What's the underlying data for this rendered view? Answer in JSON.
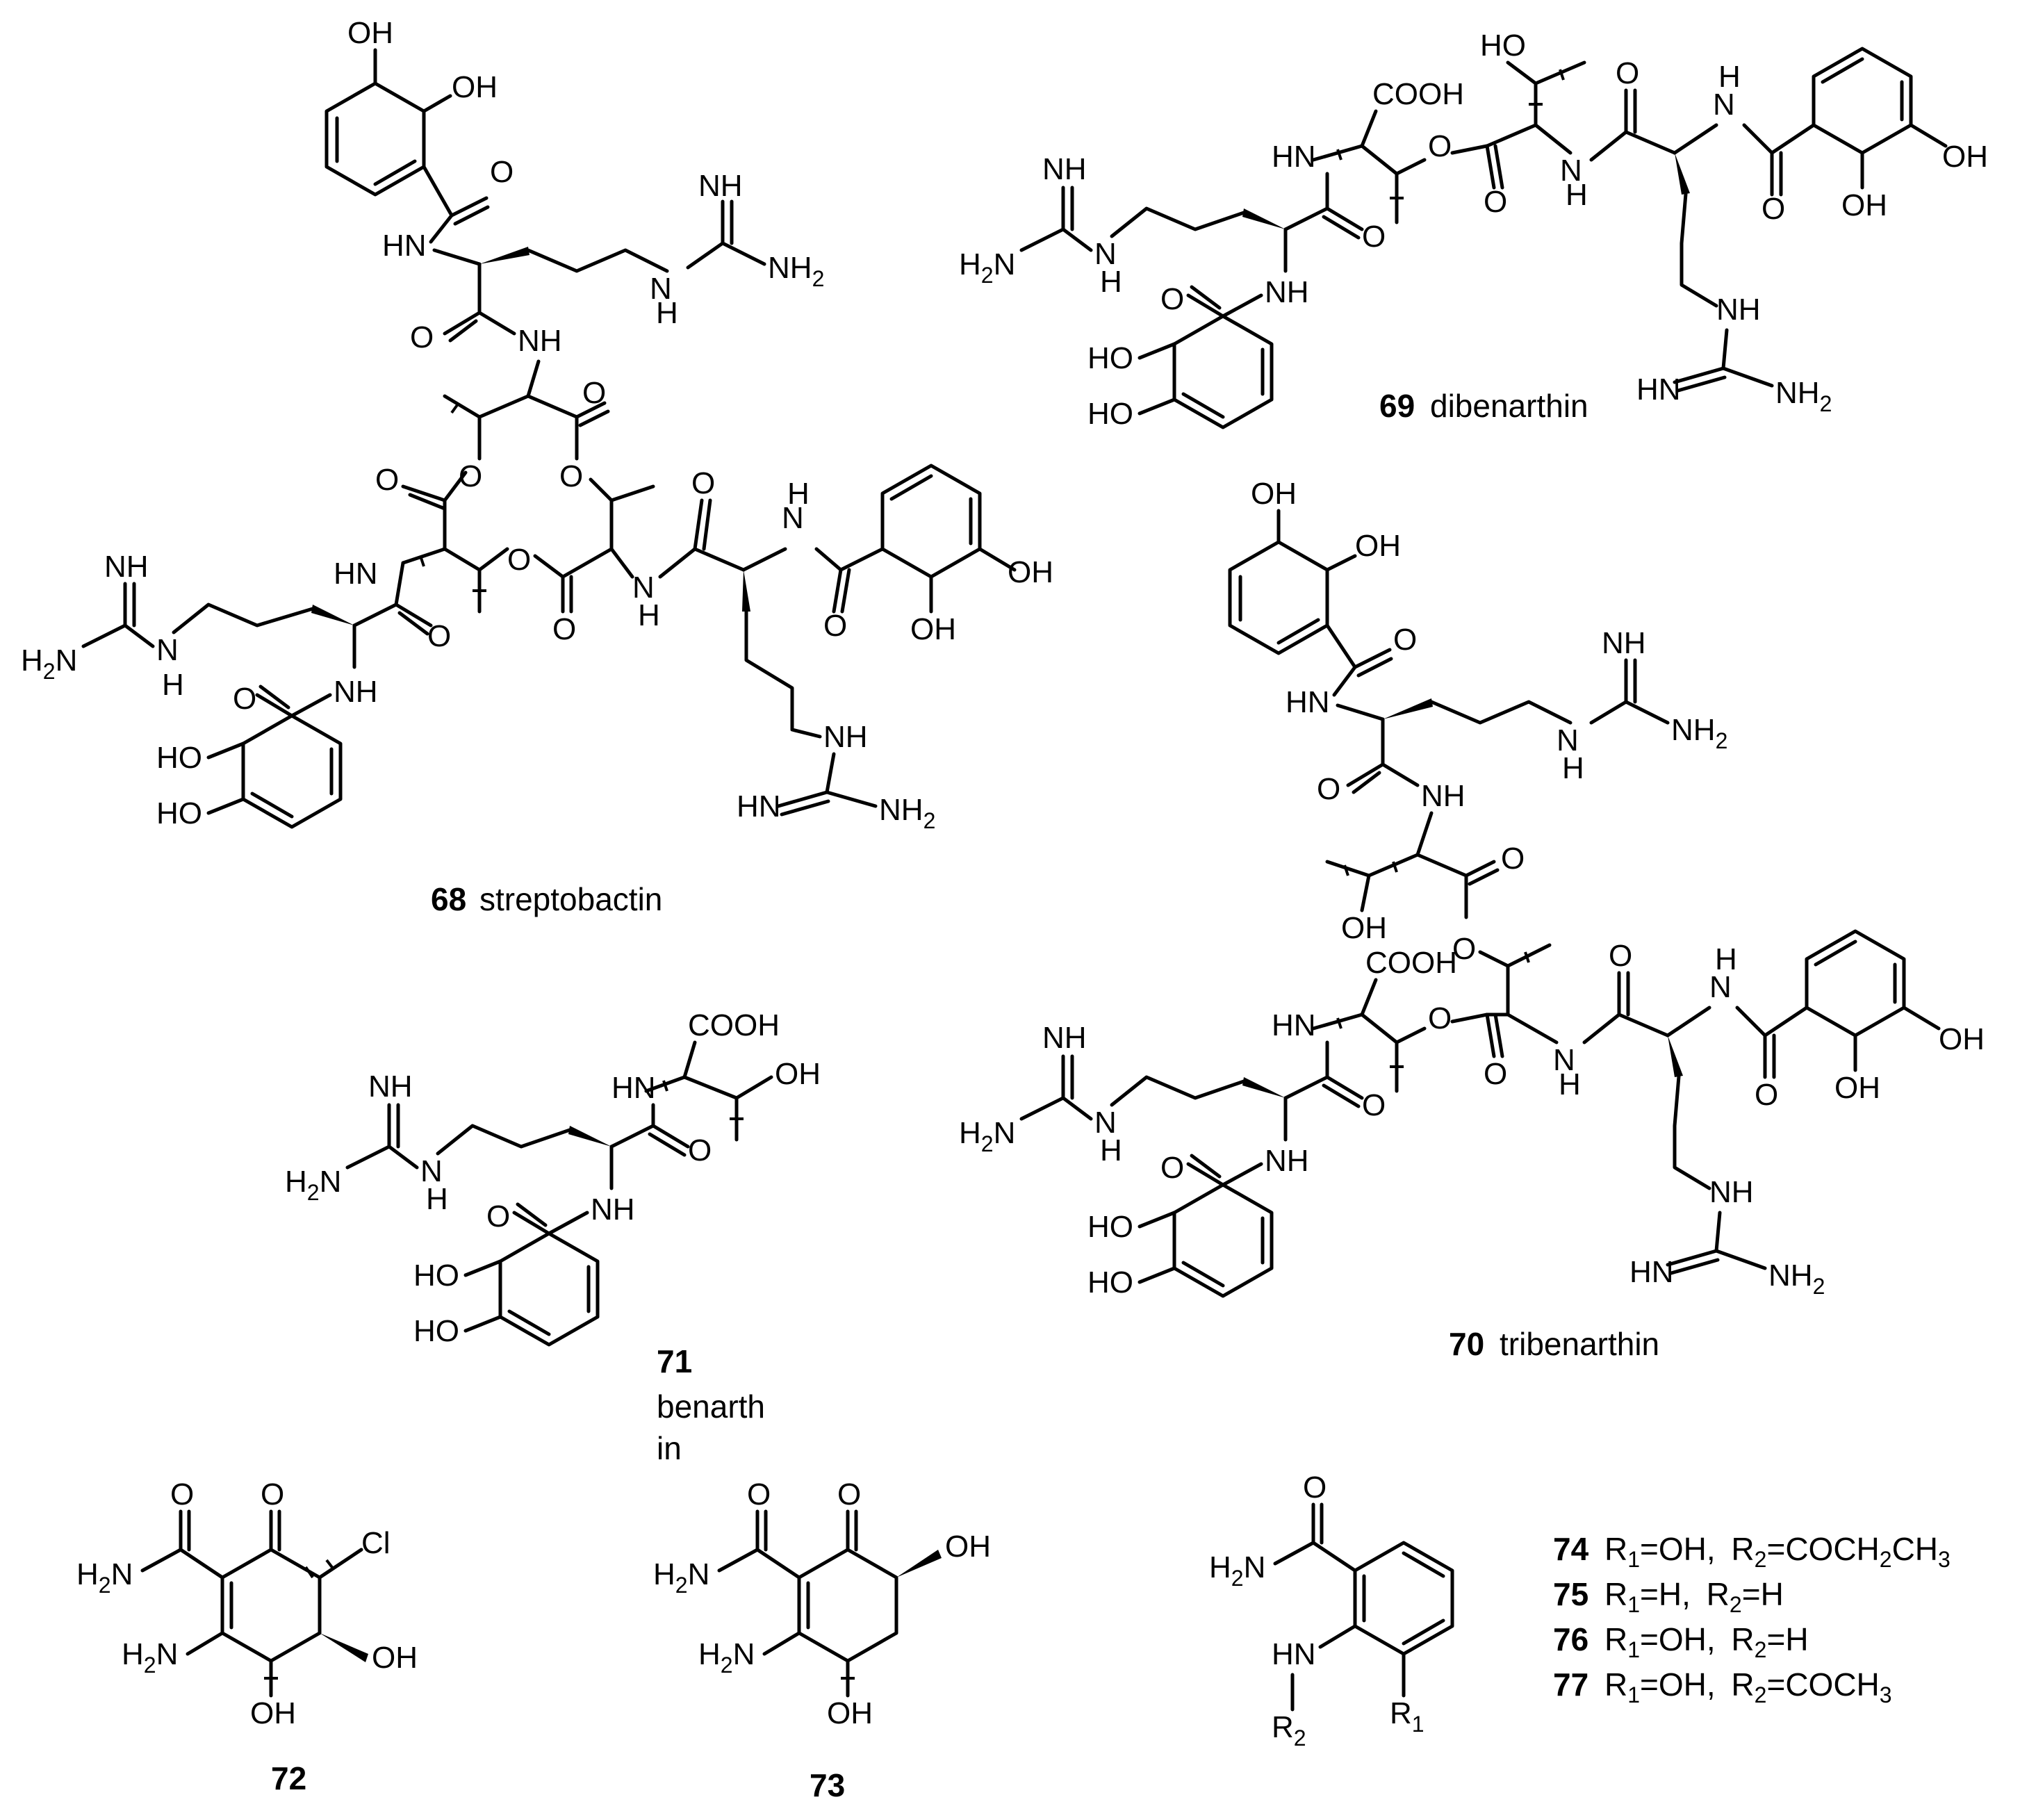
{
  "compounds": [
    {
      "number": "68",
      "name": "streptobactin"
    },
    {
      "number": "69",
      "name": "dibenarthin"
    },
    {
      "number": "70",
      "name": "tribenarthin"
    },
    {
      "number": "71",
      "name_line1": "benarth",
      "name_line2": "in"
    },
    {
      "number": "72"
    },
    {
      "number": "73"
    }
  ],
  "legend": [
    {
      "number": "74",
      "r1": "OH",
      "r2": "COCH",
      "r2_sub1": "2",
      "r2_tail": "CH",
      "r2_sub2": "3"
    },
    {
      "number": "75",
      "r1": "H",
      "r2": "H"
    },
    {
      "number": "76",
      "r1": "OH",
      "r2": "H"
    },
    {
      "number": "77",
      "r1": "OH",
      "r2": "COCH",
      "r2_sub1": "3"
    }
  ],
  "labels": {
    "oh": "OH",
    "ho": "HO",
    "o": "O",
    "nh": "NH",
    "hn": "HN",
    "h": "H",
    "n": "N",
    "nh2": "NH",
    "h2n": "H",
    "two": "2",
    "cooh": "COOH",
    "cl": "Cl",
    "r": "R",
    "one": "1",
    "eq": "=",
    "comma": ",",
    "r2label": "R"
  }
}
